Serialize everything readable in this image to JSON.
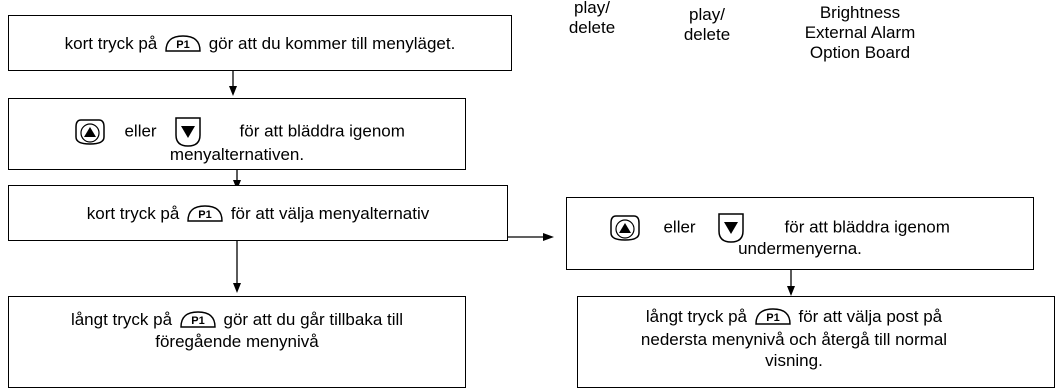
{
  "header": {
    "col1": [
      "play/",
      "delete"
    ],
    "col2": [
      "play/",
      "delete"
    ],
    "col3": [
      "Brightness",
      "External Alarm",
      "Option Board"
    ]
  },
  "boxes": {
    "b1": {
      "before": "kort tryck på",
      "key": "P1",
      "after": "gör att du kommer till menyläget."
    },
    "b2": {
      "or": "eller",
      "after": "för att bläddra igenom",
      "line2": "menyalternativen."
    },
    "b3": {
      "before": "kort tryck på",
      "key": "P1",
      "after": "för att välja menyalternativ"
    },
    "b4": {
      "before": "långt tryck på",
      "key": "P1",
      "after": "gör att du går tillbaka till",
      "line2": "föregående menynivå"
    },
    "b5": {
      "or": "eller",
      "after": "för att bläddra igenom",
      "line2": "undermenyerna."
    },
    "b6": {
      "before": "långt tryck på",
      "key": "P1",
      "after": "för att välja post på",
      "line2": "nedersta menynivå och återgå till normal",
      "line3": "visning."
    }
  },
  "icons": {
    "up": "up-arrow-button-icon",
    "down": "down-arrow-button-icon",
    "p1": "p1-button-icon"
  }
}
